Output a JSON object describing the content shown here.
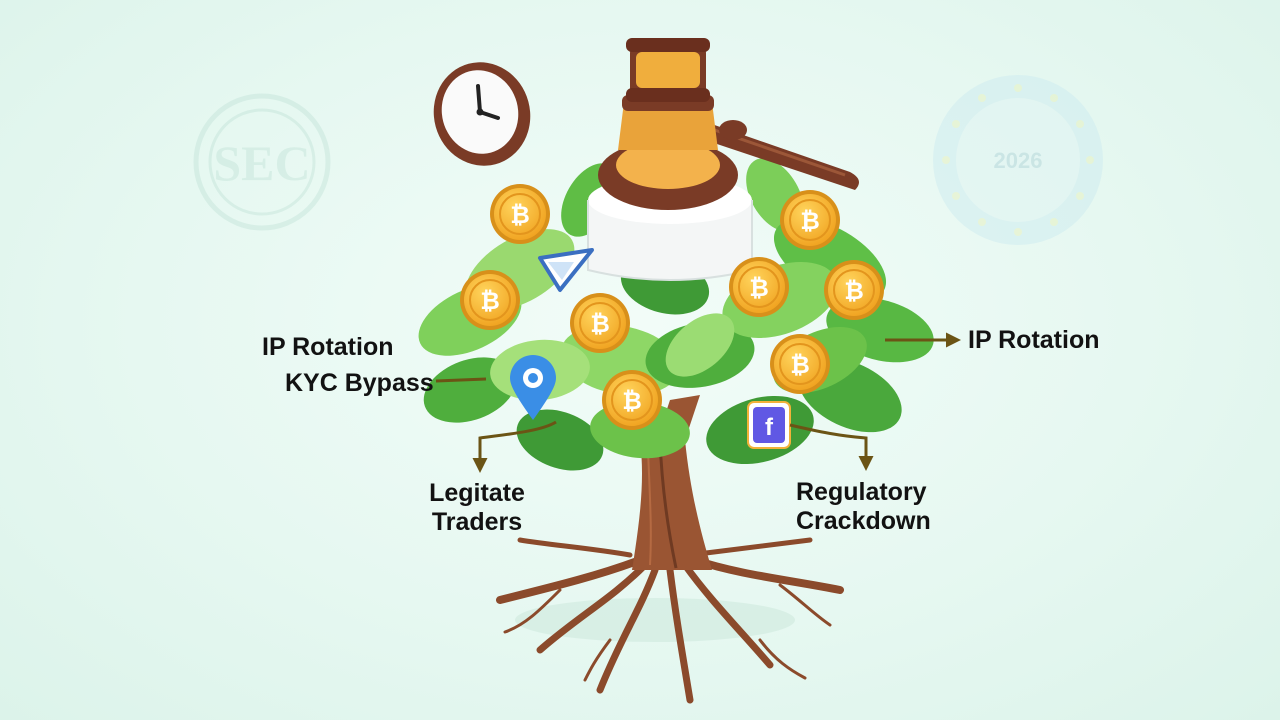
{
  "seals": {
    "left": "SEC",
    "right": "2026"
  },
  "labels": {
    "ip_rotation_left": "IP Rotation",
    "kyc_bypass": "KYC Bypass",
    "ip_rotation_right": "IP Rotation",
    "legit_line1": "Legitate",
    "legit_line2": "Traders",
    "reg_line1": "Regulatory",
    "reg_line2": "Crackdown"
  },
  "coin_symbol": "₿",
  "facebook_glyph": "f",
  "colors": {
    "background": "#e6f8f1",
    "coin": "#f7b52a",
    "leaf": "#6cc24a",
    "trunk": "#8b4a2b",
    "gavel": "#7a3b26",
    "arrow": "#6b5415"
  }
}
